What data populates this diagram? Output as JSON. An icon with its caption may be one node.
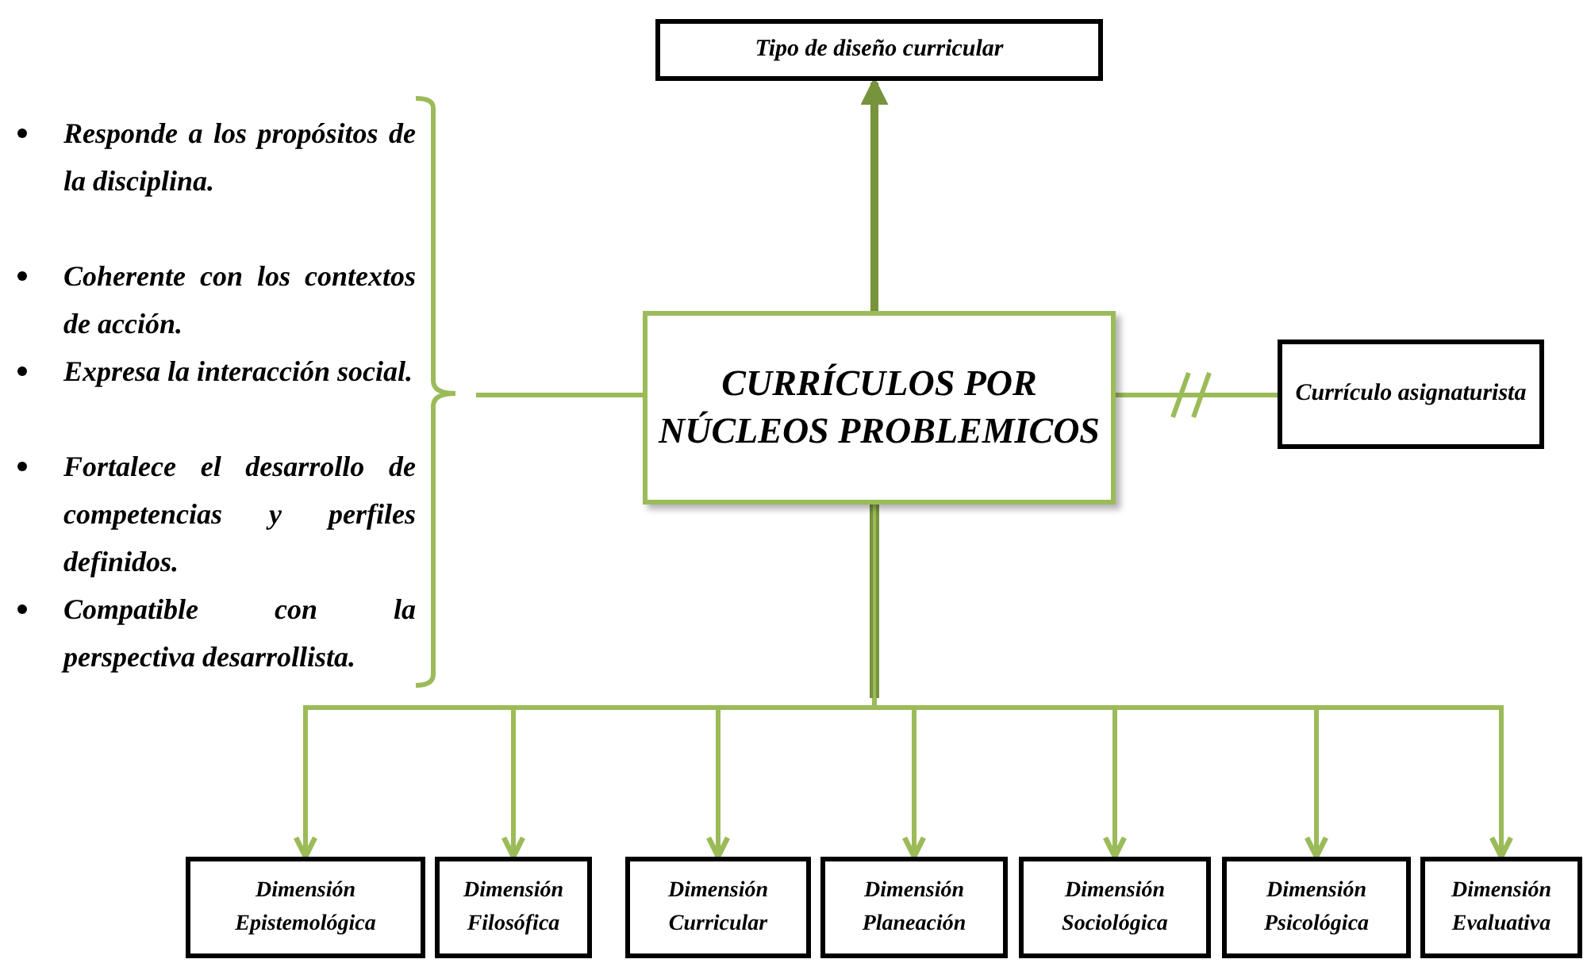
{
  "diagram": {
    "nodes": [
      {
        "text": [
          "Tipo de diseño curricular"
        ]
      },
      {
        "text": [
          "CURRÍCULOS POR NÚCLEOS PROBLEMICOS"
        ]
      },
      {
        "text": [
          "Responde a los propósitos de la disciplina.",
          "Coherente con los contextos de acción.",
          "Expresa la interacción social.",
          "Fortalece el desarrollo de competencias y perfiles definidos.",
          "Compatible con la perspectiva desarrollista."
        ]
      },
      {
        "text": [
          "Currículo asignaturista"
        ]
      },
      {
        "text": [
          "Dimensión Epistemológica"
        ]
      },
      {
        "text": [
          "Dimensión Filosófica"
        ]
      },
      {
        "text": [
          "Dimensión Curricular"
        ]
      },
      {
        "text": [
          "Dimensión Planeación"
        ]
      },
      {
        "text": [
          "Dimensión Sociológica"
        ]
      },
      {
        "text": [
          "Dimensión Psicológica"
        ]
      },
      {
        "text": [
          "Dimensión Evaluativa"
        ]
      }
    ],
    "edges": [
      {
        "from": 1,
        "to": 0,
        "arrow": "to",
        "color": "#77933c"
      },
      {
        "from": 2,
        "to": 1,
        "arrow": "none"
      },
      {
        "from": 1,
        "to": 3,
        "arrow": "none"
      },
      {
        "from": 1,
        "to": 4,
        "arrow": "to"
      },
      {
        "from": 1,
        "to": 5,
        "arrow": "to"
      },
      {
        "from": 1,
        "to": 6,
        "arrow": "to"
      },
      {
        "from": 1,
        "to": 7,
        "arrow": "to"
      },
      {
        "from": 1,
        "to": 8,
        "arrow": "to"
      },
      {
        "from": 1,
        "to": 9,
        "arrow": "to"
      },
      {
        "from": 1,
        "to": 10,
        "arrow": "to"
      }
    ]
  }
}
